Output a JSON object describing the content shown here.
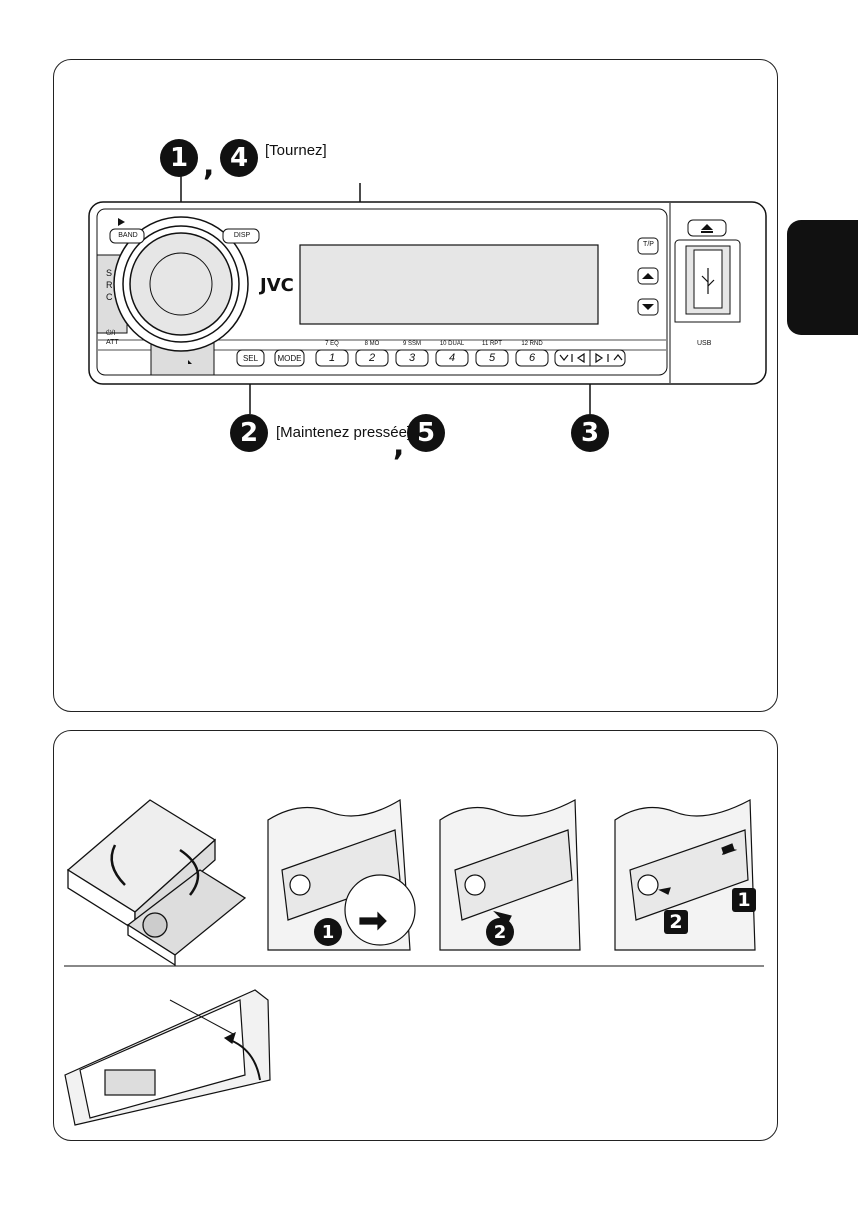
{
  "callouts": {
    "step1": "1",
    "step4": "4",
    "step2": "2",
    "step5": "5",
    "step3": "3",
    "comma": ","
  },
  "notes": {
    "turn": "[Tournez]",
    "hold": "[Maintenez pressée]"
  },
  "radio": {
    "brand": "JVC",
    "band": "BAND",
    "disp": "DISP",
    "src": [
      "S",
      "R",
      "C"
    ],
    "att_top": "⏻/I",
    "att": "ATT",
    "tp": "T/P",
    "usb": "USB",
    "sel": "SEL",
    "mode": "MODE",
    "presets": [
      {
        "label": "7 EQ",
        "num": "1"
      },
      {
        "label": "8 MO",
        "num": "2"
      },
      {
        "label": "9 SSM",
        "num": "3"
      },
      {
        "label": "10 DUAL",
        "num": "4"
      },
      {
        "label": "11 RPT",
        "num": "5"
      },
      {
        "label": "12 RND",
        "num": "6"
      }
    ]
  },
  "steps": {
    "detach_a": "1",
    "detach_b": "2",
    "attach_a": "1",
    "attach_b": "2"
  }
}
